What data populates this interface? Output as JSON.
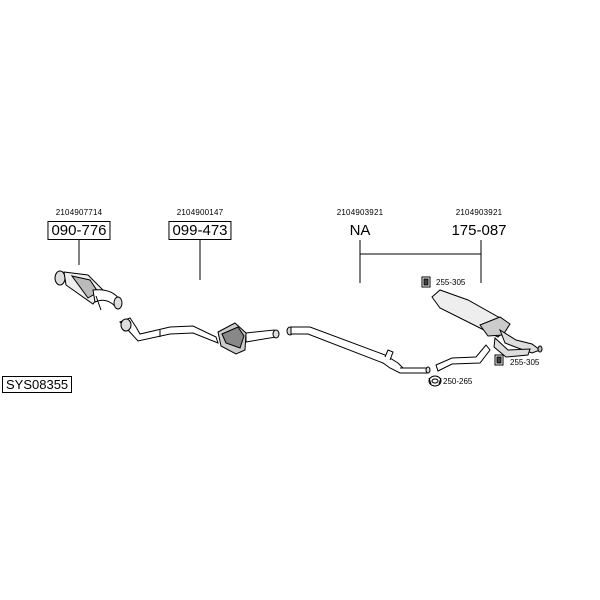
{
  "parts": [
    {
      "ref": "2104907714",
      "code": "090-776"
    },
    {
      "ref": "2104900147",
      "code": "099-473"
    },
    {
      "ref": "2104903921",
      "code": "NA"
    },
    {
      "ref": "2104903921",
      "code": "175-087"
    }
  ],
  "fittings": [
    {
      "code": "255-305"
    },
    {
      "code": "255-305"
    },
    {
      "code": "250-265"
    }
  ],
  "system_code": "SYS08355"
}
